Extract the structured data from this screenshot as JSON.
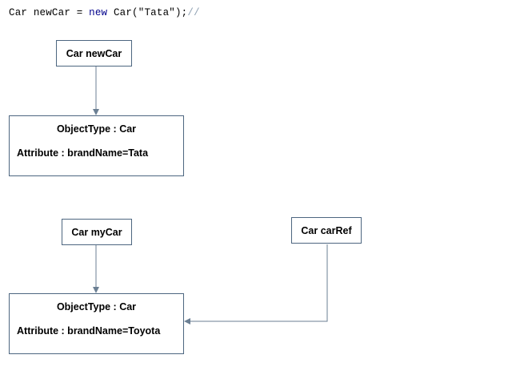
{
  "code": {
    "type_name": "Car",
    "var_name": "newCar",
    "equals": "=",
    "keyword_new": "new",
    "constructor": "Car(\"Tata\");",
    "comment": "//"
  },
  "diagram": {
    "ref_new_car": "Car newCar",
    "object_tata": {
      "type_label": "ObjectType : Car",
      "attribute_label": "Attribute : brandName=Tata"
    },
    "ref_my_car": "Car myCar",
    "ref_car_ref": "Car carRef",
    "object_toyota": {
      "type_label": "ObjectType : Car",
      "attribute_label": "Attribute : brandName=Toyota"
    }
  },
  "colors": {
    "border": "#4d6680",
    "arrow": "#6b7f93",
    "keyword": "#00008b",
    "comment": "#8fa1b3"
  }
}
